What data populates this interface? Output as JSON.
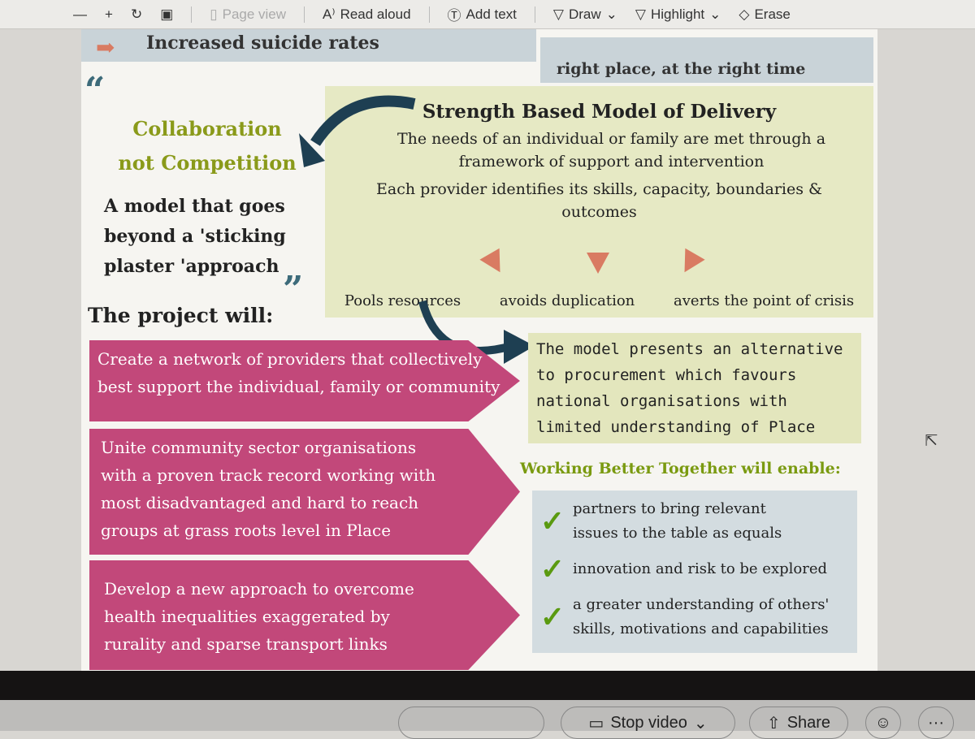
{
  "toolbar": {
    "zoom_out": "—",
    "zoom_in": "+",
    "rotate": "↻",
    "fit": "▣",
    "page_view": "Page view",
    "read_aloud": "Read aloud",
    "add_text": "Add text",
    "draw": "Draw",
    "highlight": "Highlight",
    "erase": "Erase",
    "url": "...g%20it%20ng..."
  },
  "page": {
    "strip_left": "Increased suicide rates",
    "strip_right": "right place, at the right time",
    "left_title": [
      "Collaboration",
      "not Competition"
    ],
    "left_body": "A model that goes beyond a 'sticking plaster 'approach",
    "model": {
      "title": "Strength Based Model of Delivery",
      "line1": "The needs of an individual or family are met through a framework of support and intervention",
      "line2": "Each provider identifies its skills, capacity, boundaries & outcomes",
      "outcomes": [
        "Pools resources",
        "avoids duplication",
        "averts the point of crisis"
      ]
    },
    "project_heading": "The project will:",
    "project_items": [
      "Create a network of providers that collectively best support the individual, family or community",
      "Unite community sector organisations with a proven track record working with most disadvantaged and hard to reach groups at grass roots level in Place",
      "Develop a new approach to overcome health inequalities exaggerated by rurality and sparse transport links"
    ],
    "alternative": "The model presents an alternative to procurement which favours national organisations with limited understanding of Place",
    "wbt_heading": "Working Better Together will enable:",
    "enable_items": [
      "partners to bring relevant issues to the table as equals",
      "innovation and risk to be explored",
      "a greater understanding of others' skills, motivations and capabilities"
    ]
  },
  "meeting": {
    "stop_video": "Stop video",
    "share": "Share",
    "more": "···"
  },
  "colors": {
    "pink": "#c2487a",
    "olive": "#8a9a1a",
    "check": "#5a9a10",
    "arrow": "#d97b62",
    "navy_arrow": "#1e3f52"
  }
}
